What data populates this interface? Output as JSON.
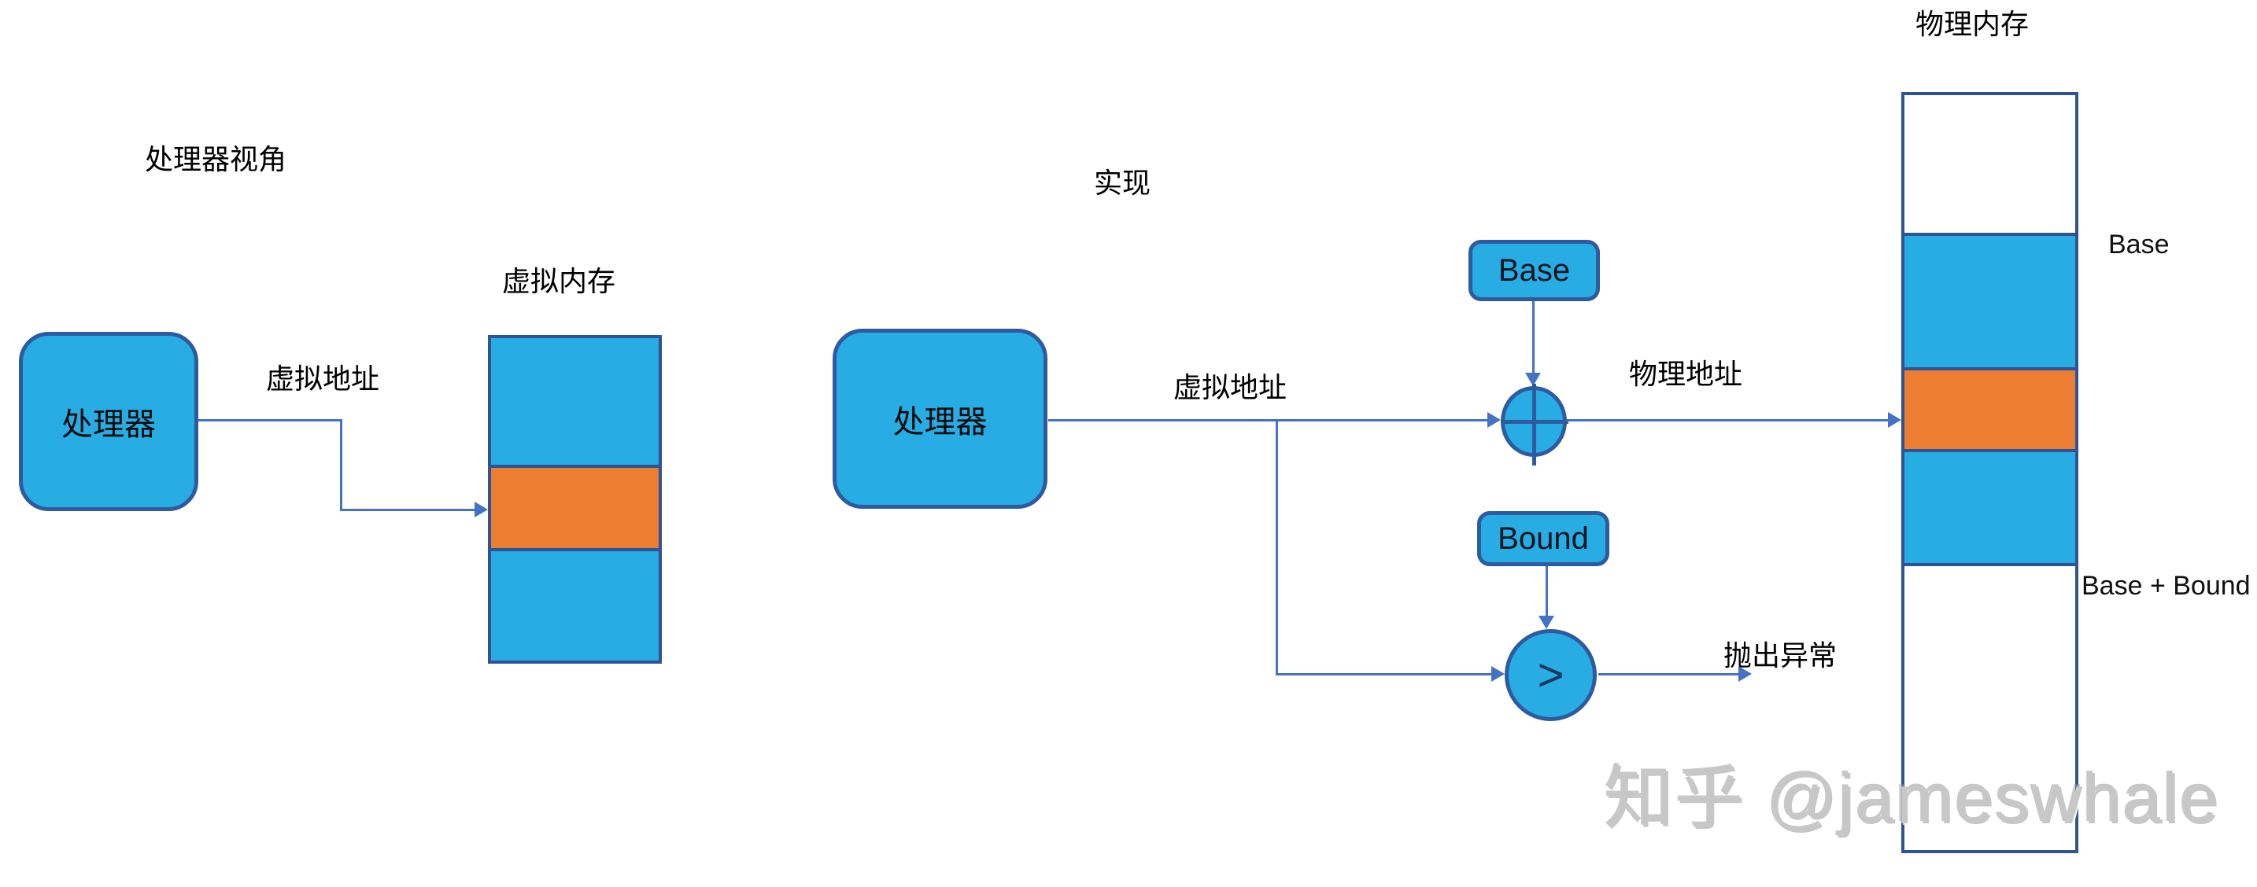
{
  "sections": {
    "processor_view_title": "处理器视角",
    "implementation_title": "实现"
  },
  "left_diagram": {
    "processor_label": "处理器",
    "virtual_address_label": "虚拟地址",
    "memory_title": "虚拟内存",
    "memory_segments": [
      "blue",
      "orange",
      "blue"
    ]
  },
  "middle_diagram": {
    "processor_label": "处理器",
    "virtual_address_label": "虚拟地址",
    "base_box_label": "Base",
    "bound_box_label": "Bound",
    "comparator_symbol": ">",
    "adder_symbol": "plus-in-circle",
    "physical_address_label": "物理地址",
    "exception_label": "抛出异常"
  },
  "right_diagram": {
    "memory_title": "物理内存",
    "base_marker": "Base",
    "base_bound_marker": "Base + Bound",
    "memory_segments": [
      "white",
      "blue",
      "orange",
      "blue",
      "white"
    ]
  },
  "watermark": "知乎 @jameswhale",
  "colors": {
    "shape_fill_blue": "#27ACE3",
    "segment_orange": "#ED7D31",
    "shape_border_navy": "#2e5aa0",
    "column_border_navy": "#2f5496",
    "connector_blue": "#4472C4",
    "text_black": "#000000",
    "watermark_gray": "#c7c7c7"
  }
}
